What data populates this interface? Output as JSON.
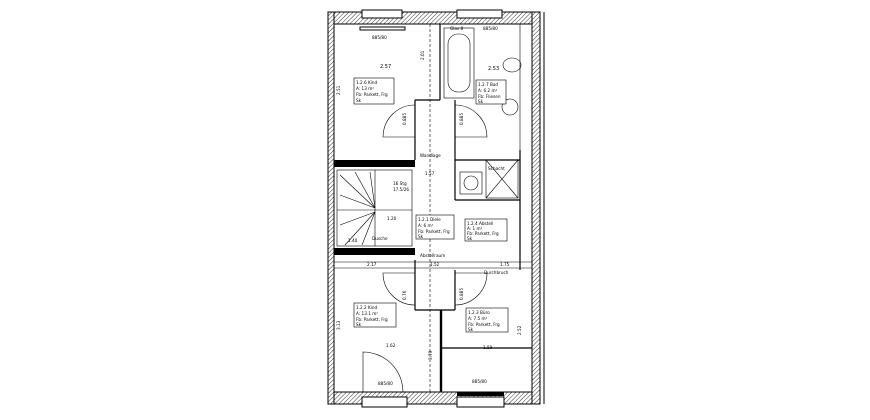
{
  "plan": {
    "rooms": [
      {
        "id": "room-1",
        "lines": [
          "1.2.6 Kind",
          "A: 13 m²",
          "Fb: Parkett, Frg",
          "Sk"
        ],
        "width": "2.57"
      },
      {
        "id": "room-2",
        "lines": [
          "1.2.7 Bad",
          "A: 6.2 m²",
          "Fb: Fliesen",
          "Sk"
        ],
        "width": "2.53"
      },
      {
        "id": "room-3",
        "lines": [
          "1.2.1 Diele",
          "A: 6 m²",
          "Fb: Parkett, Frg",
          "Sk"
        ]
      },
      {
        "id": "room-4",
        "lines": [
          "1.2.4 Abstell",
          "A: 1 m²",
          "Fb: Parkett, Frg",
          "Sk"
        ]
      },
      {
        "id": "room-5",
        "lines": [
          "1.2.2 Kind",
          "A: 13.1 m²",
          "Fb: Parkett, Frg",
          "Sk"
        ]
      },
      {
        "id": "room-6",
        "lines": [
          "1.2.3 Büro",
          "A: 7.5 m²",
          "Fb: Parkett, Frg",
          "Sk"
        ]
      }
    ],
    "window_labels": [
      "885/80",
      "Glas 8",
      "885/80",
      "885/80",
      "885/80"
    ],
    "dimensions": [
      "2.01",
      "1.57",
      "2.17",
      "1.20",
      "1.52",
      "1.40",
      "1.59",
      "2.52",
      "1.62",
      "3.13",
      "3.79",
      "2.51",
      "1.75"
    ],
    "stair_labels": [
      "16 Stg",
      "17.5/26"
    ],
    "notes": [
      "Dusche",
      "Schacht",
      "Durchbruch",
      "Wandlage",
      "Abstellraum"
    ],
    "door_labels": [
      "0.885",
      "0.885",
      "0.76",
      "0.885"
    ]
  }
}
